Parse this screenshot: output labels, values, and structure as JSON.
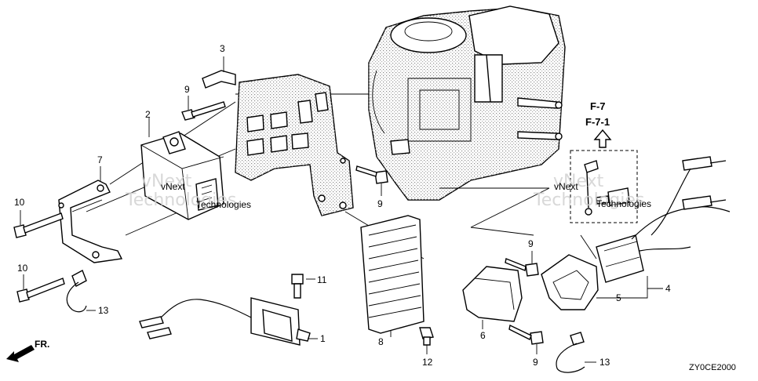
{
  "diagram": {
    "code": "ZY0CE2000",
    "front_marker": "FR.",
    "references": [
      "F-7",
      "F-7-1"
    ],
    "watermark": {
      "line1": "vNext",
      "line2": "Technologies"
    },
    "callouts": [
      {
        "id": "c1",
        "text": "1"
      },
      {
        "id": "c2",
        "text": "2"
      },
      {
        "id": "c3",
        "text": "3"
      },
      {
        "id": "c4",
        "text": "4"
      },
      {
        "id": "c5",
        "text": "5"
      },
      {
        "id": "c6",
        "text": "6"
      },
      {
        "id": "c7",
        "text": "7"
      },
      {
        "id": "c8",
        "text": "8"
      },
      {
        "id": "c9a",
        "text": "9"
      },
      {
        "id": "c9b",
        "text": "9"
      },
      {
        "id": "c9c",
        "text": "9"
      },
      {
        "id": "c9d",
        "text": "9"
      },
      {
        "id": "c10a",
        "text": "10"
      },
      {
        "id": "c10b",
        "text": "10"
      },
      {
        "id": "c11",
        "text": "11"
      },
      {
        "id": "c12",
        "text": "12"
      },
      {
        "id": "c13a",
        "text": "13"
      },
      {
        "id": "c13b",
        "text": "13"
      }
    ]
  }
}
